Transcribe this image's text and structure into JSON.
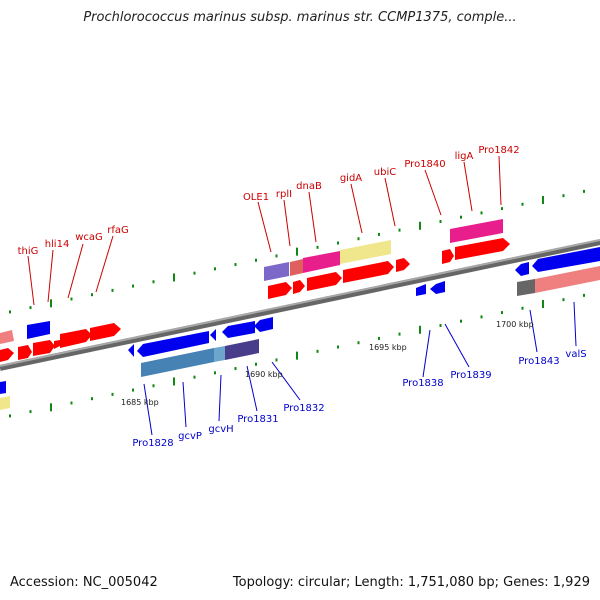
{
  "title": "Prochlorococcus marinus subsp. marinus str. CCMP1375, comple...",
  "accession_label": "Accession: NC_005042",
  "topology_label": "Topology: circular; Length: 1,751,080 bp; Genes: 1,929",
  "colors": {
    "forward_label": "#cc0000",
    "reverse_label": "#0000cc",
    "backbone": "#888888",
    "tick": "#118811"
  },
  "scale_labels": [
    "1685 kbp",
    "1690 kbp",
    "1695 kbp",
    "1700 kbp"
  ],
  "forward_gene_labels": [
    "thiG",
    "hli14",
    "wcaG",
    "rfaG",
    "OLE1",
    "rplI",
    "dnaB",
    "gidA",
    "ubiC",
    "Pro1840",
    "ligA",
    "Pro1842"
  ],
  "reverse_gene_labels": [
    "Pro1828",
    "gcvP",
    "gcvH",
    "Pro1831",
    "Pro1832",
    "Pro1838",
    "Pro1839",
    "Pro1843",
    "valS"
  ]
}
